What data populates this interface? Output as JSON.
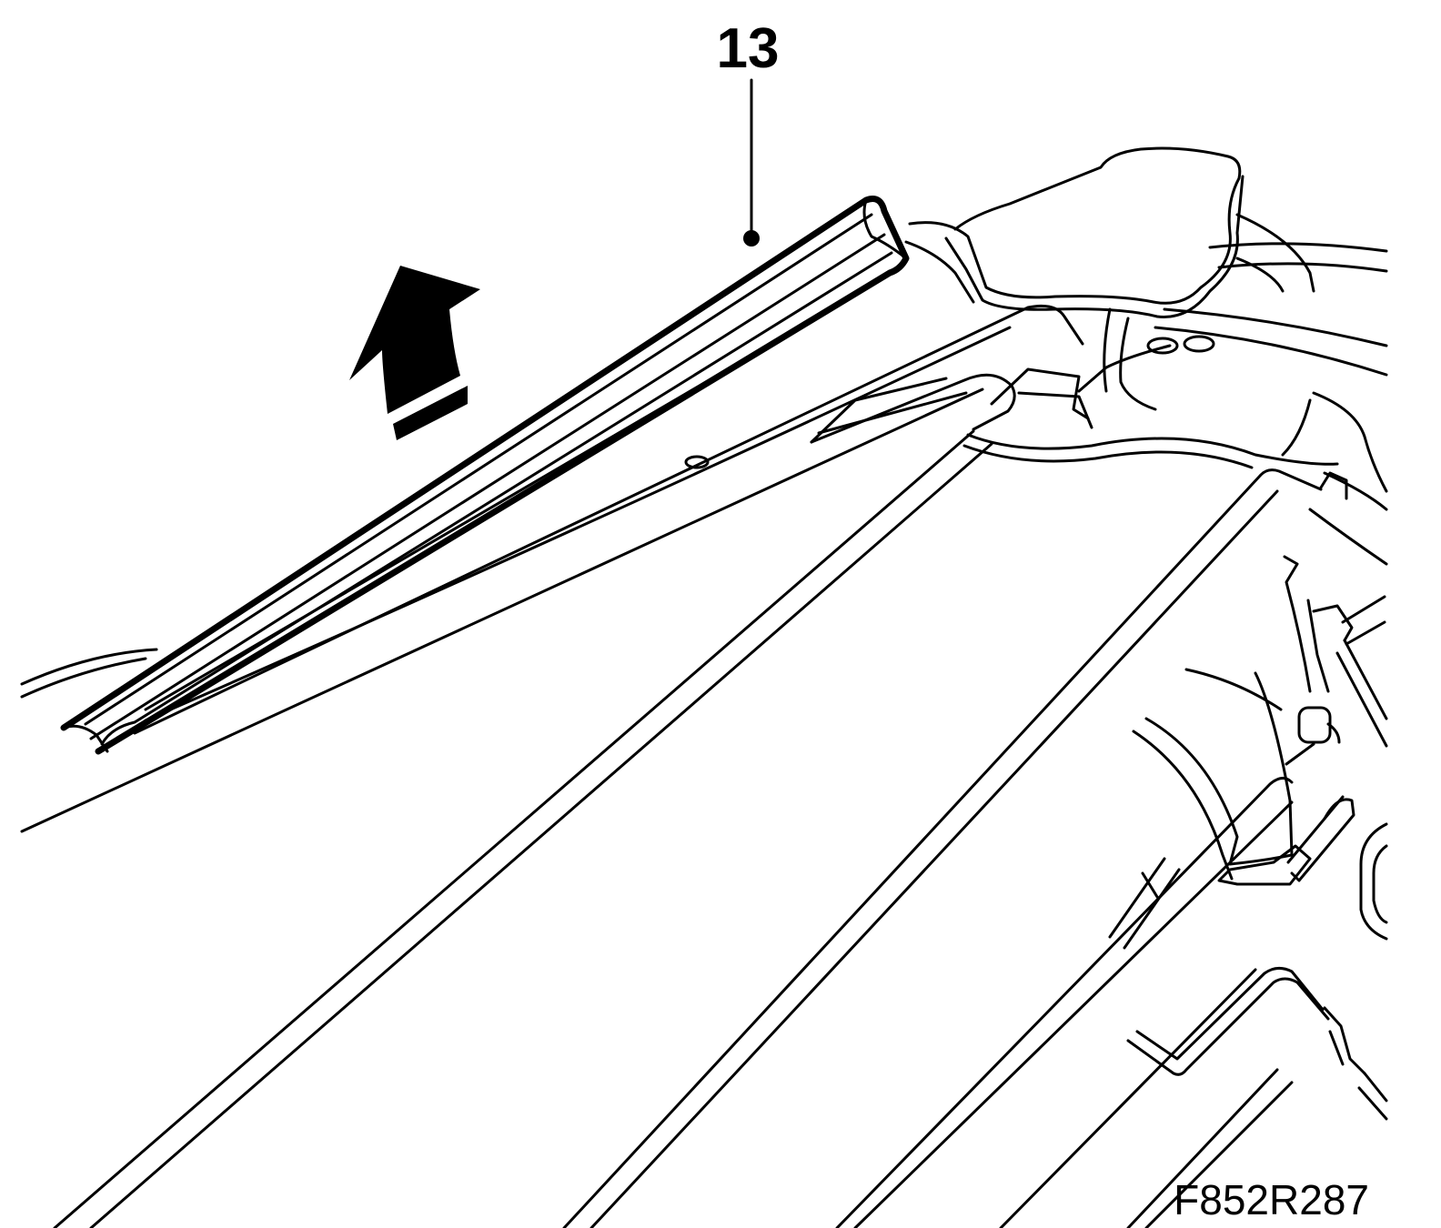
{
  "callout": {
    "number": "13"
  },
  "figure": {
    "id": "F852R287"
  },
  "arrow": {
    "direction": "up",
    "icon": "lift-arrow-icon"
  },
  "colors": {
    "line": "#000000",
    "background": "#ffffff"
  }
}
